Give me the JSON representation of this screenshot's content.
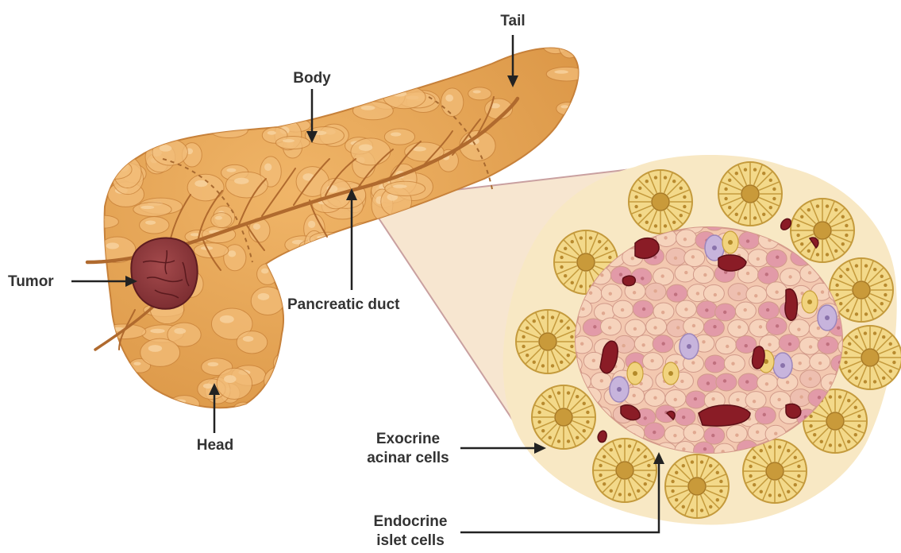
{
  "labels": {
    "tail": "Tail",
    "body": "Body",
    "tumor": "Tumor",
    "pancreatic_duct": "Pancreatic duct",
    "head": "Head",
    "exocrine_line1": "Exocrine",
    "exocrine_line2": "acinar cells",
    "endocrine_line1": "Endocrine",
    "endocrine_line2": "islet cells"
  },
  "colors": {
    "pancreas_fill": "#e8a65a",
    "pancreas_lobule": "#f2bd78",
    "pancreas_outline": "#c7813a",
    "duct": "#b06a2e",
    "tumor": "#8e3a3c",
    "tumor_dark": "#6e2428",
    "zoom_cone": "#f7e6d0",
    "zoom_border": "#c9a0a0",
    "section_bg": "#f8e8c4",
    "acinus_fill": "#f3d98a",
    "acinus_center": "#c99a3a",
    "islet_cell": "#f6d3bc",
    "islet_pink": "#e29aa8",
    "blood_vessel": "#8a1c26",
    "lavender_cell": "#c7b4dc",
    "yellow_cell": "#f1d37e",
    "arrow": "#222222",
    "text": "#333333"
  }
}
